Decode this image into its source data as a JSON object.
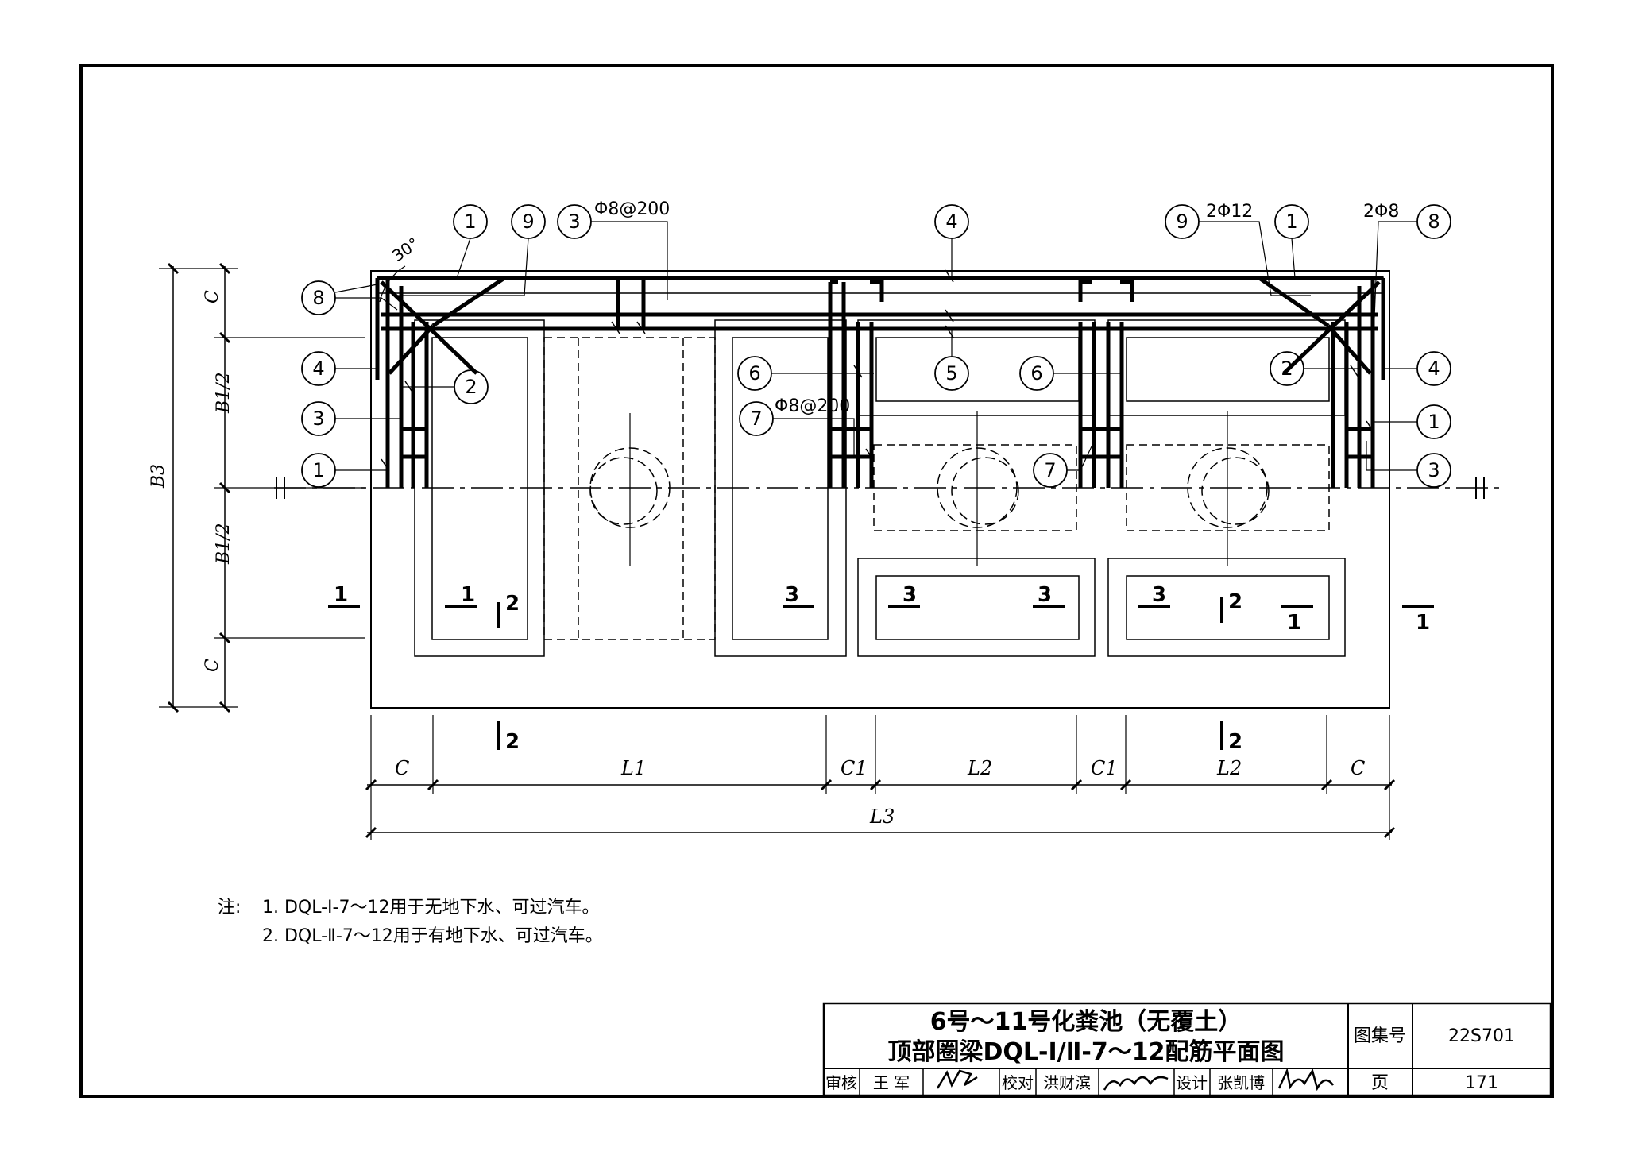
{
  "callouts": {
    "c1": "1",
    "c2": "2",
    "c3": "3",
    "c4": "4",
    "c5": "5",
    "c6": "6",
    "c7": "7",
    "c8": "8",
    "c9": "9"
  },
  "rebar": {
    "phi8_200_top": "Φ8@200",
    "phi8_200_mid": "Φ8@200",
    "two_phi12": "2Φ12",
    "two_phi8": "2Φ8",
    "angle": "30°"
  },
  "dims": {
    "c": "C",
    "c1": "C1",
    "l1": "L1",
    "l2": "L2",
    "l3": "L3",
    "b1_half": "B1/2",
    "b3": "B3"
  },
  "sections": {
    "s1": "1",
    "s2": "2",
    "s3": "3"
  },
  "notes": {
    "prefix": "注:",
    "n1": "1. DQL-I-7～12用于无地下水、可过汽车。",
    "n2": "2. DQL-Ⅱ-7～12用于有地下水、可过汽车。"
  },
  "title_block": {
    "title_line1": "6号～11号化粪池（无覆土）",
    "title_line2": "顶部圈梁DQL-Ⅰ/Ⅱ-7～12配筋平面图",
    "atlas_label": "图集号",
    "atlas_value": "22S701",
    "review_label": "审核",
    "review_name": "王 军",
    "check_label": "校对",
    "check_name": "洪财滨",
    "design_label": "设计",
    "design_name": "张凯博",
    "page_label": "页",
    "page_value": "171"
  }
}
